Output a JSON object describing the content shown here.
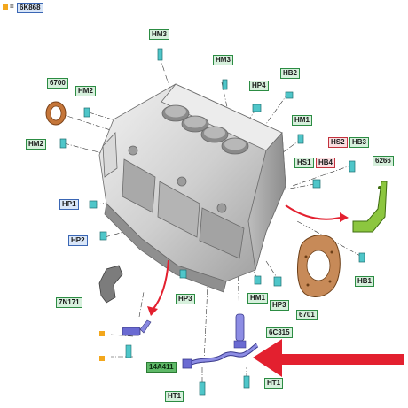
{
  "legend": {
    "equals": "=",
    "code": "6K868"
  },
  "labels": {
    "hm3_top": "HM3",
    "hm3_mid": "HM3",
    "hb2": "HB2",
    "hp4": "HP4",
    "hm2_top": "HM2",
    "p6700": "6700",
    "hm1_top": "HM1",
    "hm2_left": "HM2",
    "hs2": "HS2",
    "hb3": "HB3",
    "p6266": "6266",
    "hs1": "HS1",
    "hb4": "HB4",
    "hp1": "HP1",
    "hp2": "HP2",
    "hb1": "HB1",
    "p7n171": "7N171",
    "hp3_left": "HP3",
    "hm1_low": "HM1",
    "hp3_right": "HP3",
    "p6701": "6701",
    "p6c315": "6C315",
    "p14a411": "14A411",
    "ht1_left": "HT1",
    "ht1_right": "HT1"
  },
  "colors": {
    "label_green": "#d6f0dc",
    "label_blue": "#d9e6f8",
    "label_red": "#fbdde0",
    "callout_arrow": "#e3202f",
    "seal": "#c5763a",
    "bracket": "#8cc63f",
    "sensor": "#6a6ad2",
    "bolt": "#4fc6c9"
  }
}
